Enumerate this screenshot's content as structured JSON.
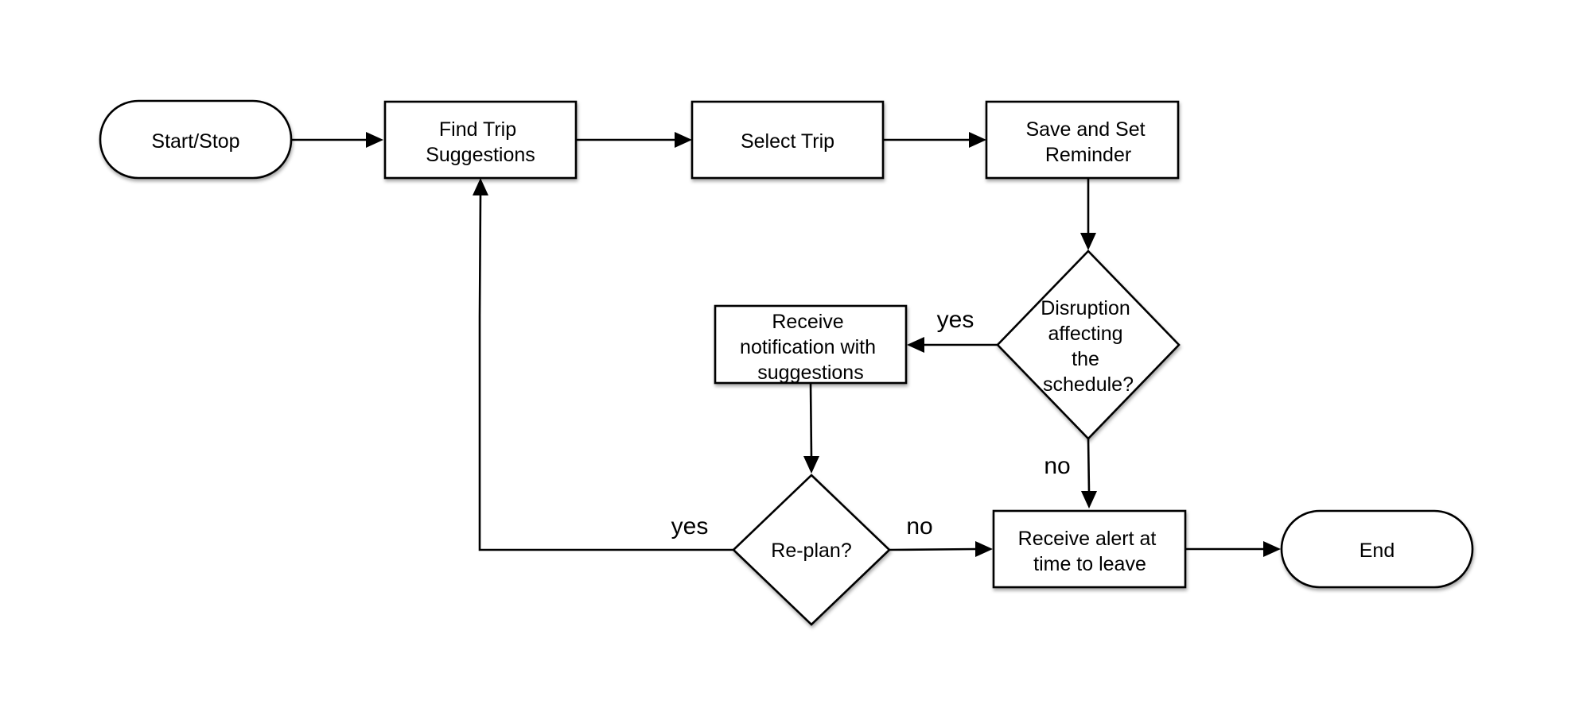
{
  "diagram": {
    "type": "flowchart",
    "nodes": {
      "start": {
        "shape": "terminal",
        "lines": [
          "Start/Stop"
        ]
      },
      "find_trip": {
        "shape": "process",
        "lines": [
          "Find Trip",
          "Suggestions"
        ]
      },
      "select_trip": {
        "shape": "process",
        "lines": [
          "Select Trip"
        ]
      },
      "save_reminder": {
        "shape": "process",
        "lines": [
          "Save and Set",
          "Reminder"
        ]
      },
      "disruption": {
        "shape": "decision",
        "lines": [
          "Disruption",
          "affecting",
          "the",
          "schedule?"
        ]
      },
      "receive_notification": {
        "shape": "process",
        "lines": [
          "Receive",
          "notification with",
          "suggestions"
        ]
      },
      "replan": {
        "shape": "decision",
        "lines": [
          "Re-plan?"
        ]
      },
      "receive_alert": {
        "shape": "process",
        "lines": [
          "Receive alert at",
          "time to leave"
        ]
      },
      "end": {
        "shape": "terminal",
        "lines": [
          "End"
        ]
      }
    },
    "edges": [
      {
        "from": "start",
        "to": "find_trip",
        "label": ""
      },
      {
        "from": "find_trip",
        "to": "select_trip",
        "label": ""
      },
      {
        "from": "select_trip",
        "to": "save_reminder",
        "label": ""
      },
      {
        "from": "save_reminder",
        "to": "disruption",
        "label": ""
      },
      {
        "from": "disruption",
        "to": "receive_notification",
        "label": "yes"
      },
      {
        "from": "disruption",
        "to": "receive_alert",
        "label": "no"
      },
      {
        "from": "receive_notification",
        "to": "replan",
        "label": ""
      },
      {
        "from": "replan",
        "to": "find_trip",
        "label": "yes"
      },
      {
        "from": "replan",
        "to": "receive_alert",
        "label": "no"
      },
      {
        "from": "receive_alert",
        "to": "end",
        "label": ""
      }
    ]
  }
}
